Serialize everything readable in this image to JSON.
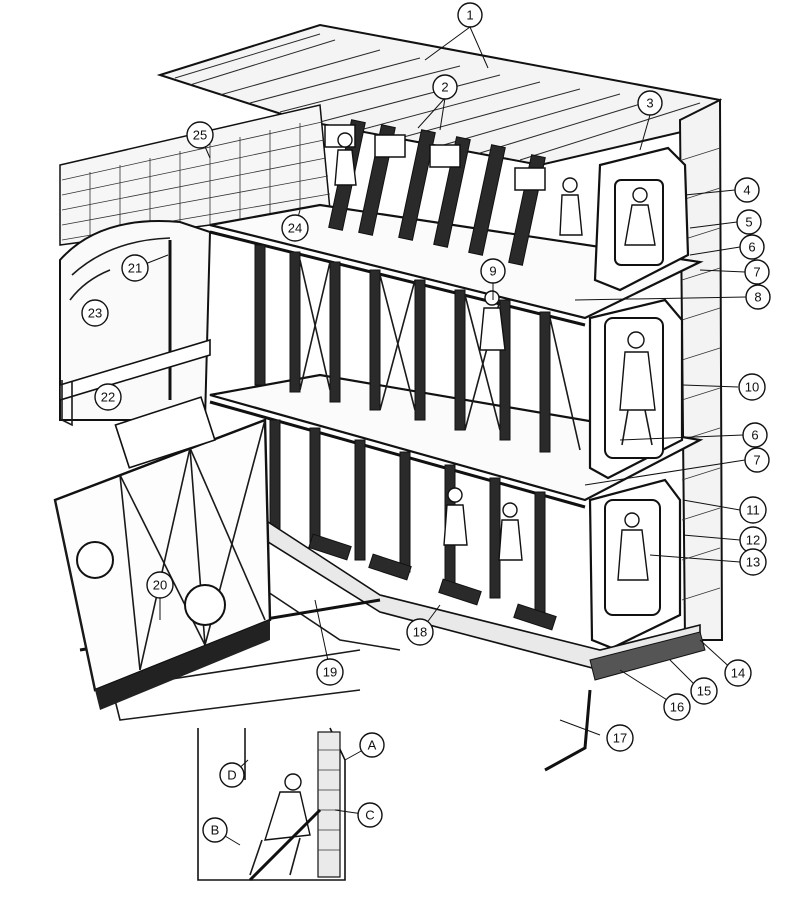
{
  "labels": [
    {
      "id": "1",
      "text": "1"
    },
    {
      "id": "2",
      "text": "2"
    },
    {
      "id": "3",
      "text": "3"
    },
    {
      "id": "4",
      "text": "4"
    },
    {
      "id": "5",
      "text": "5"
    },
    {
      "id": "6a",
      "text": "6"
    },
    {
      "id": "7a",
      "text": "7"
    },
    {
      "id": "8",
      "text": "8"
    },
    {
      "id": "9",
      "text": "9"
    },
    {
      "id": "10",
      "text": "10"
    },
    {
      "id": "6b",
      "text": "6"
    },
    {
      "id": "7b",
      "text": "7"
    },
    {
      "id": "11",
      "text": "11"
    },
    {
      "id": "12",
      "text": "12"
    },
    {
      "id": "13",
      "text": "13"
    },
    {
      "id": "14",
      "text": "14"
    },
    {
      "id": "15",
      "text": "15"
    },
    {
      "id": "16",
      "text": "16"
    },
    {
      "id": "17",
      "text": "17"
    },
    {
      "id": "18",
      "text": "18"
    },
    {
      "id": "19",
      "text": "19"
    },
    {
      "id": "20",
      "text": "20"
    },
    {
      "id": "21",
      "text": "21"
    },
    {
      "id": "22",
      "text": "22"
    },
    {
      "id": "23",
      "text": "23"
    },
    {
      "id": "24",
      "text": "24"
    },
    {
      "id": "25",
      "text": "25"
    },
    {
      "id": "A",
      "text": "A"
    },
    {
      "id": "B",
      "text": "B"
    },
    {
      "id": "C",
      "text": "C"
    },
    {
      "id": "D",
      "text": "D"
    }
  ]
}
